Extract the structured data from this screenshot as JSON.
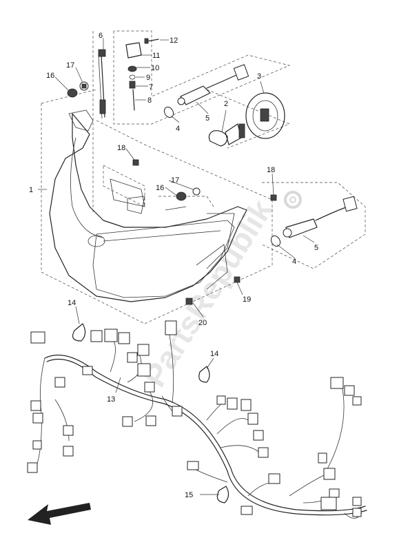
{
  "watermark": "PartsRepublik",
  "callouts": {
    "c1": "1",
    "c2": "2",
    "c3": "3",
    "c4a": "4",
    "c4b": "4",
    "c5a": "5",
    "c5b": "5",
    "c6": "6",
    "c7": "7",
    "c8": "8",
    "c9": "9",
    "c10": "10",
    "c11": "11",
    "c12": "12",
    "c13": "13",
    "c14a": "14",
    "c14b": "14",
    "c15": "15",
    "c16a": "16",
    "c16b": "16",
    "c17a": "17",
    "c17b": "17",
    "c18a": "18",
    "c18b": "18",
    "c19": "19",
    "c20": "20"
  },
  "icons": {
    "front_arrow": "direction-arrow-icon",
    "watermark_gear": "gear-icon"
  }
}
